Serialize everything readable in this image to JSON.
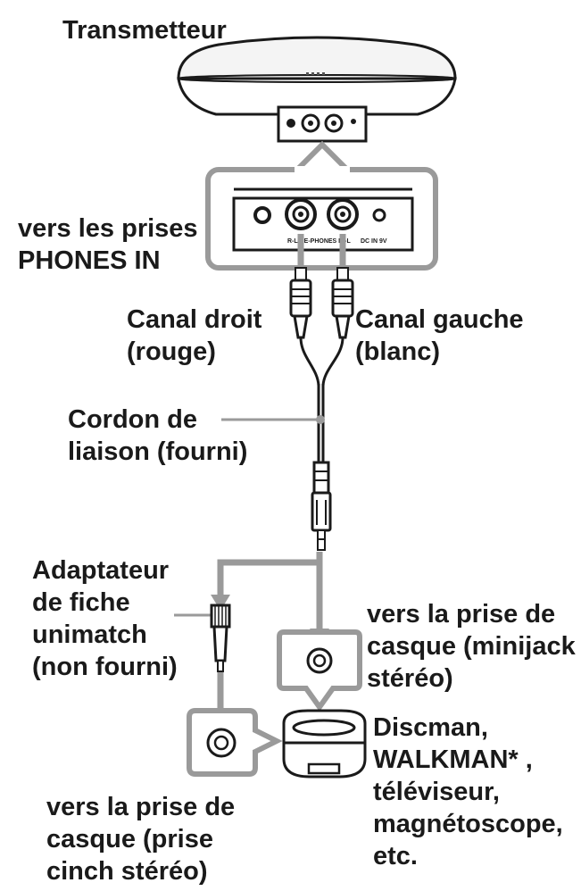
{
  "labels": {
    "transmitter": "Transmetteur",
    "phones_in": [
      "vers les prises",
      "PHONES IN"
    ],
    "right_channel": [
      "Canal droit",
      "(rouge)"
    ],
    "left_channel": [
      "Canal gauche",
      "(blanc)"
    ],
    "cord": [
      "Cordon de",
      "liaison (fourni)"
    ],
    "adapter": [
      "Adaptateur",
      "de fiche",
      "unimatch",
      "(non fourni)"
    ],
    "minijack": [
      "vers la prise de",
      "casque (minijack",
      "stéréo)"
    ],
    "devices": [
      "Discman,",
      "WALKMAN* ,",
      "téléviseur,",
      "magnétoscope,",
      "etc."
    ],
    "cinch": [
      "vers la prise de",
      "casque (prise",
      "cinch stéréo)"
    ]
  },
  "panel_markings": {
    "inputs": "R-LINE-PHONES IN-L",
    "dc_in": "DC IN 9V"
  }
}
